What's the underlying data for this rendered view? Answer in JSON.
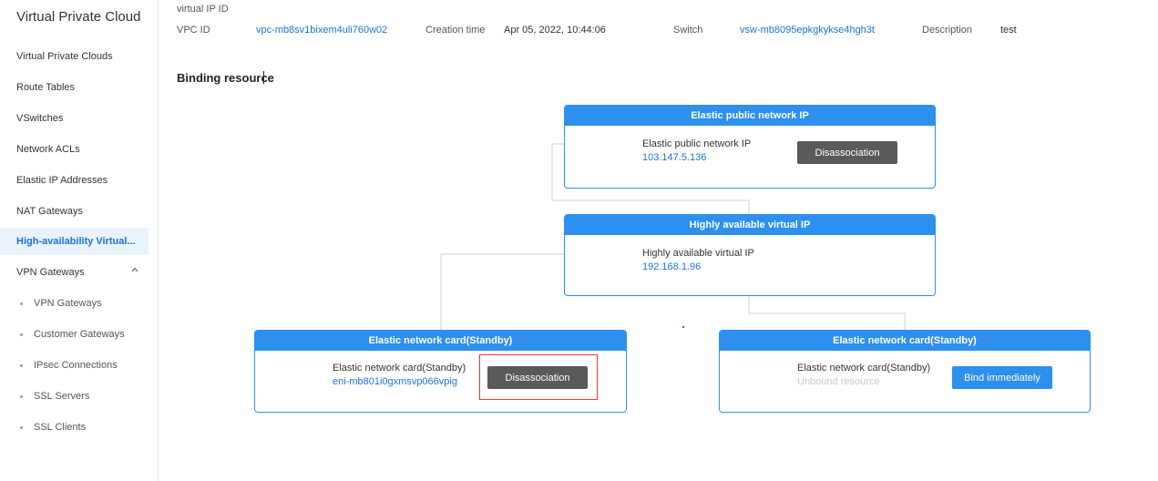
{
  "sidebar": {
    "title": "Virtual Private Cloud",
    "items": [
      {
        "label": "Virtual Private Clouds"
      },
      {
        "label": "Route Tables"
      },
      {
        "label": "VSwitches"
      },
      {
        "label": "Network ACLs"
      },
      {
        "label": "Elastic IP Addresses"
      },
      {
        "label": "NAT Gateways"
      },
      {
        "label": "High-availability Virtual..."
      },
      {
        "label": "VPN Gateways"
      }
    ],
    "subitems": [
      {
        "label": "VPN Gateways"
      },
      {
        "label": "Customer Gateways"
      },
      {
        "label": "IPsec Connections"
      },
      {
        "label": "SSL Servers"
      },
      {
        "label": "SSL Clients"
      }
    ],
    "active_item": "High-availability Virtual...",
    "expanded_icon": "chevron-up-icon"
  },
  "info": {
    "virtual_ip_id_label": "virtual IP ID",
    "vpc_id_label": "VPC ID",
    "vpc_id_value": "vpc-mb8sv1bixem4uli760w02",
    "creation_time_label": "Creation time",
    "creation_time_value": "Apr 05, 2022, 10:44:06",
    "switch_label": "Switch",
    "switch_value": "vsw-mb8095epkgkykse4hgh3t",
    "description_label": "Description",
    "description_value": "test"
  },
  "binding": {
    "title": "Binding resource",
    "eip_card": {
      "header": "Elastic public network IP",
      "label": "Elastic public network IP",
      "value": "103.147.5.136",
      "button": "Disassociation"
    },
    "havip_card": {
      "header": "Highly available virtual IP",
      "label": "Highly available virtual IP",
      "value": "192.168.1.96"
    },
    "eni_left_card": {
      "header": "Elastic network card(Standby)",
      "label": "Elastic network card(Standby)",
      "value": "eni-mb801i0gxmsvp066vpig",
      "button": "Disassociation"
    },
    "eni_right_card": {
      "header": "Elastic network card(Standby)",
      "label": "Elastic network card(Standby)",
      "value": "Unbound resource",
      "button": "Bind immediately"
    }
  },
  "colors": {
    "accent": "#2d8fee",
    "link": "#1a73d9",
    "active_bg": "#eaf3fc",
    "button_dark": "#5a5a5a",
    "highlight": "#e53935"
  }
}
